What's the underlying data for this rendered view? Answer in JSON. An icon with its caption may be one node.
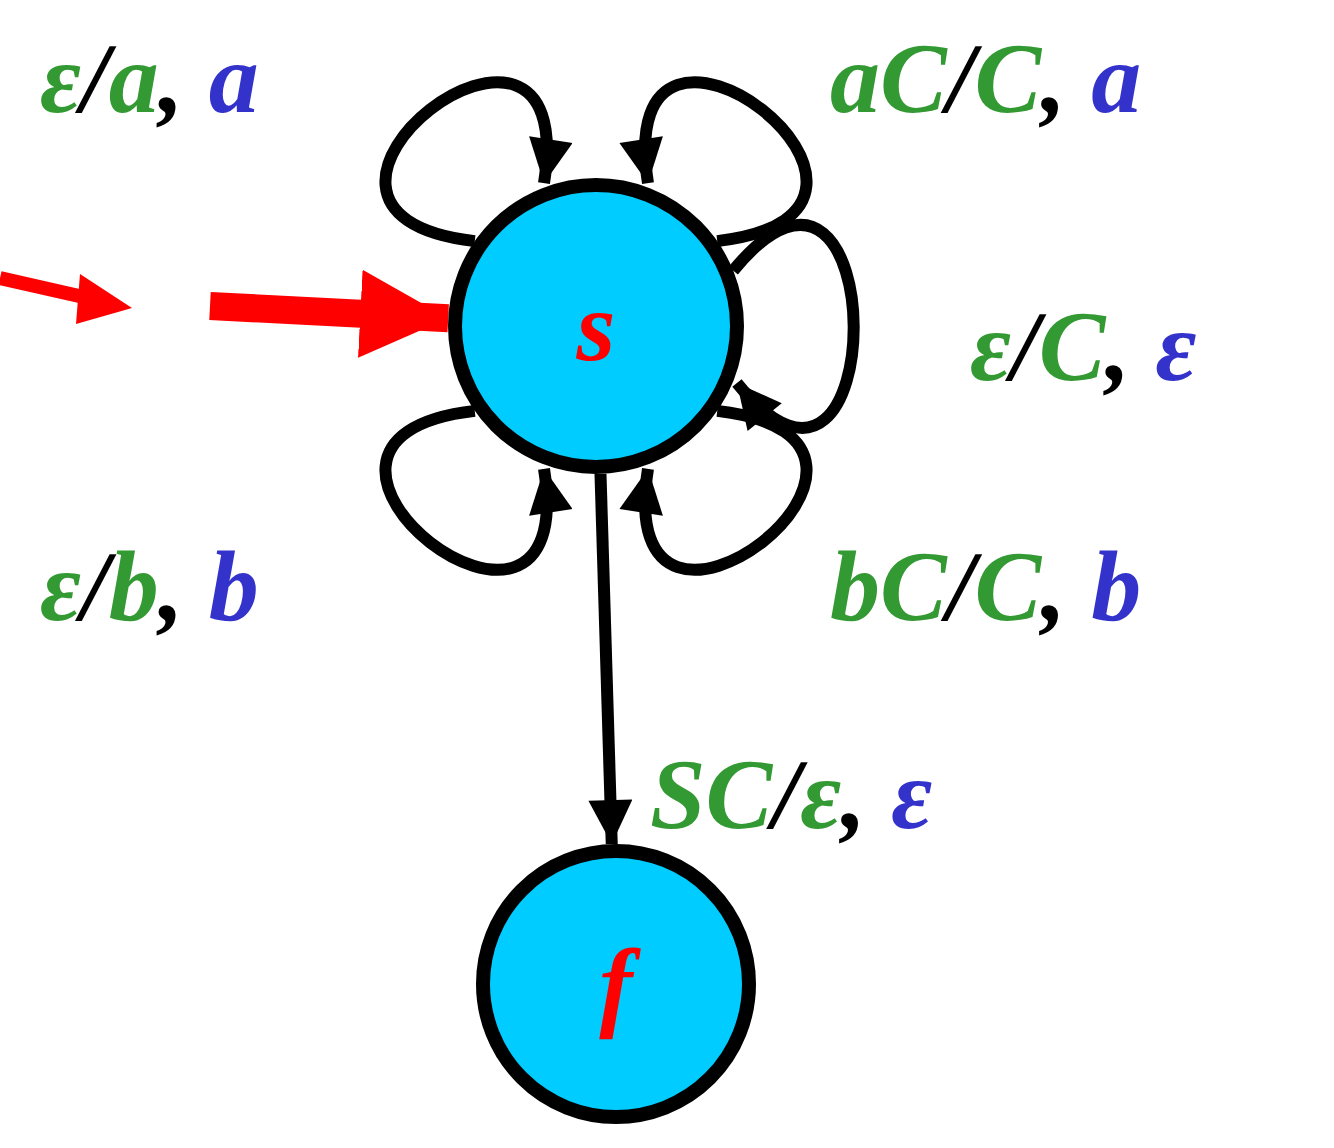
{
  "diagram": {
    "nodes": [
      {
        "text": [
          "s"
        ]
      },
      {
        "text": [
          "f"
        ]
      }
    ],
    "edges": [
      {
        "from": null,
        "to": 0,
        "arrow": "to",
        "style": "thick",
        "color": "#ff0000"
      },
      {
        "from": 0,
        "to": 0,
        "arrow": "to",
        "label": "ε/a, a"
      },
      {
        "from": 0,
        "to": 0,
        "arrow": "to",
        "label": "aC/C, a"
      },
      {
        "from": 0,
        "to": 0,
        "arrow": "to",
        "label": "ε/C, ε"
      },
      {
        "from": 0,
        "to": 0,
        "arrow": "to",
        "label": "ε/b, b"
      },
      {
        "from": 0,
        "to": 0,
        "arrow": "to",
        "label": "bC/C, b"
      },
      {
        "from": 0,
        "to": 1,
        "arrow": "to",
        "label": "SC/ε, ε"
      }
    ]
  }
}
